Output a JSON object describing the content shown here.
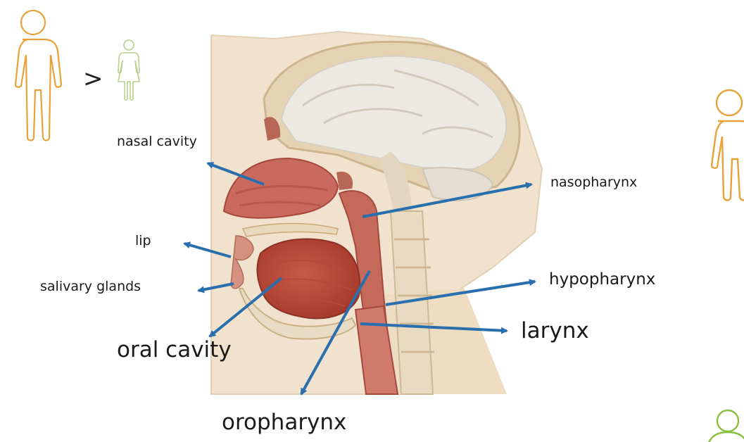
{
  "comparison": {
    "symbol": ">"
  },
  "icons": {
    "male_icon": "male-figure-icon",
    "female_icon": "female-figure-icon",
    "person_icon": "person-icon"
  },
  "colors": {
    "arrow": "#2a6fad",
    "male_icon": "#e8a23a",
    "female_icon": "#b8d08a",
    "person_icon_green": "#8bbf3f"
  },
  "labels": {
    "nasal_cavity": "nasal cavity",
    "nasopharynx": "nasopharynx",
    "lip": "lip",
    "salivary_glands": "salivary glands",
    "hypopharynx": "hypopharynx",
    "larynx": "larynx",
    "oral_cavity": "oral cavity",
    "oropharynx": "oropharynx"
  }
}
